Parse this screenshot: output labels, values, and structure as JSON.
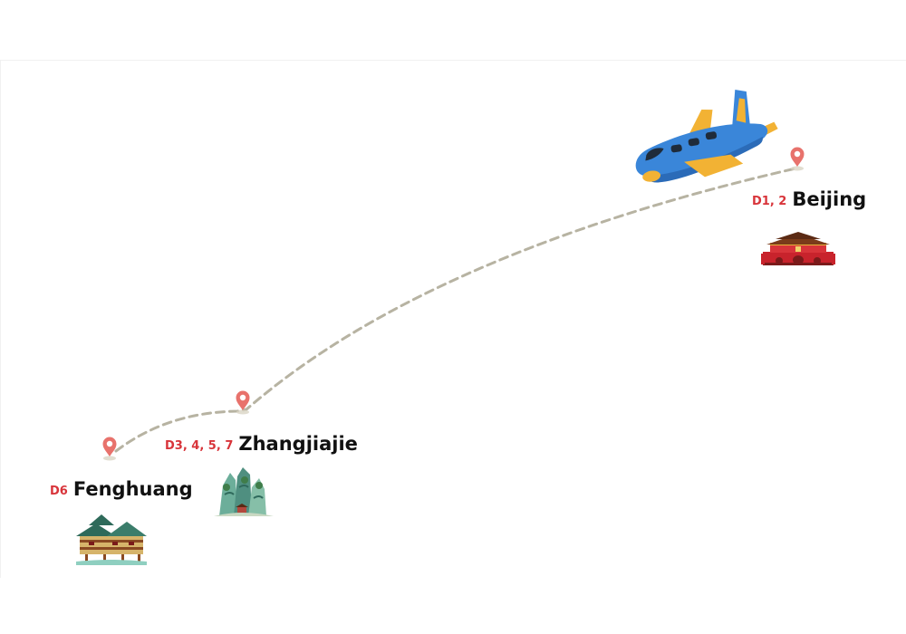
{
  "route": {
    "stops": [
      {
        "id": "beijing",
        "day_label": "D1, 2",
        "city": "Beijing",
        "illustration": "tiananmen-gate-icon"
      },
      {
        "id": "zhangjiajie",
        "day_label": "D3, 4, 5, 7",
        "city": "Zhangjiajie",
        "illustration": "karst-mountains-icon"
      },
      {
        "id": "fenghuang",
        "day_label": "D6",
        "city": "Fenghuang",
        "illustration": "stilted-houses-icon"
      }
    ],
    "vehicle": "airplane-icon",
    "path_style": "dashed"
  },
  "colors": {
    "pin": "#e8726c",
    "day_label": "#d8343a",
    "city_label": "#111111",
    "route_line": "#b7b3a2",
    "plane_body": "#3a86d9",
    "plane_wings": "#f2b234"
  }
}
